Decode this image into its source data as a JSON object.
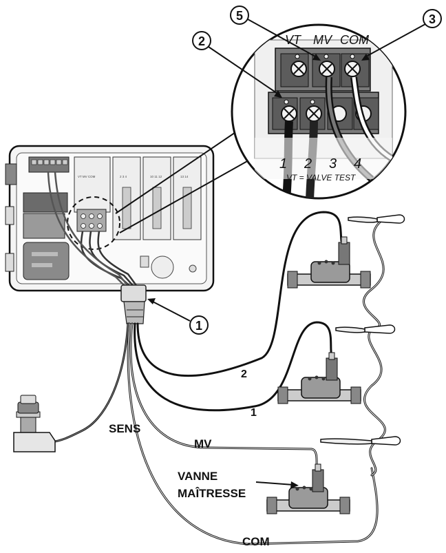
{
  "callouts": {
    "c1": "1",
    "c2": "2",
    "c3": "3",
    "c5": "5"
  },
  "zoom_terminals": {
    "vt": "VT",
    "mv": "MV",
    "com": "COM"
  },
  "zoom_station_numbers": [
    "1",
    "2",
    "3",
    "4"
  ],
  "zoom_bottom_text": "VT = VALVE TEST",
  "wire_labels": {
    "station2": "2",
    "station1": "1",
    "sens": "SENS",
    "mv": "MV",
    "com": "COM"
  },
  "master_valve_label": {
    "line1": "VANNE",
    "line2": "MAÎTRESSE"
  },
  "colors": {
    "line": "#111111",
    "wire_gray": "#9a9a9a",
    "housing": "#f2f2f2",
    "panel_dark": "#6b6b6b"
  }
}
